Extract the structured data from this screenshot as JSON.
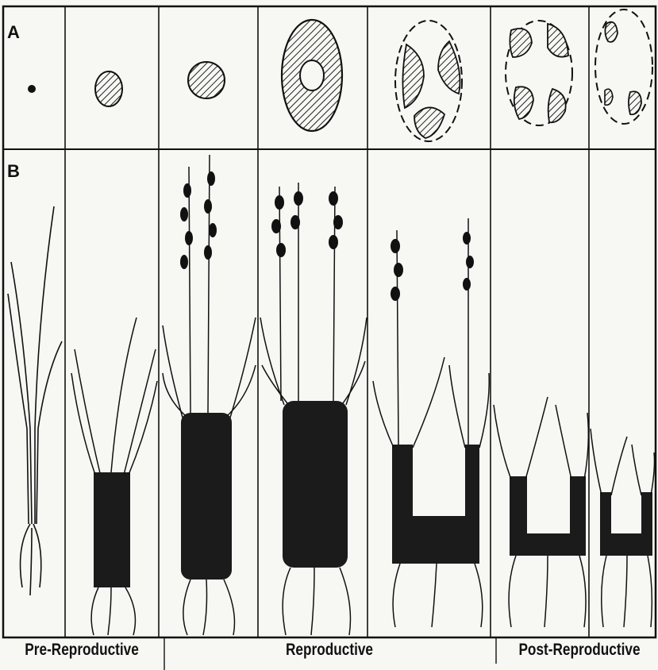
{
  "panels": {
    "a": "A",
    "b": "B"
  },
  "stages": {
    "pre_reproductive": "Pre-Reproductive",
    "reproductive": "Reproductive",
    "post_reproductive": "Post-Reproductive"
  },
  "colors": {
    "ink": "#111111",
    "paper": "#f7f7f4",
    "hatch": "#222222"
  }
}
